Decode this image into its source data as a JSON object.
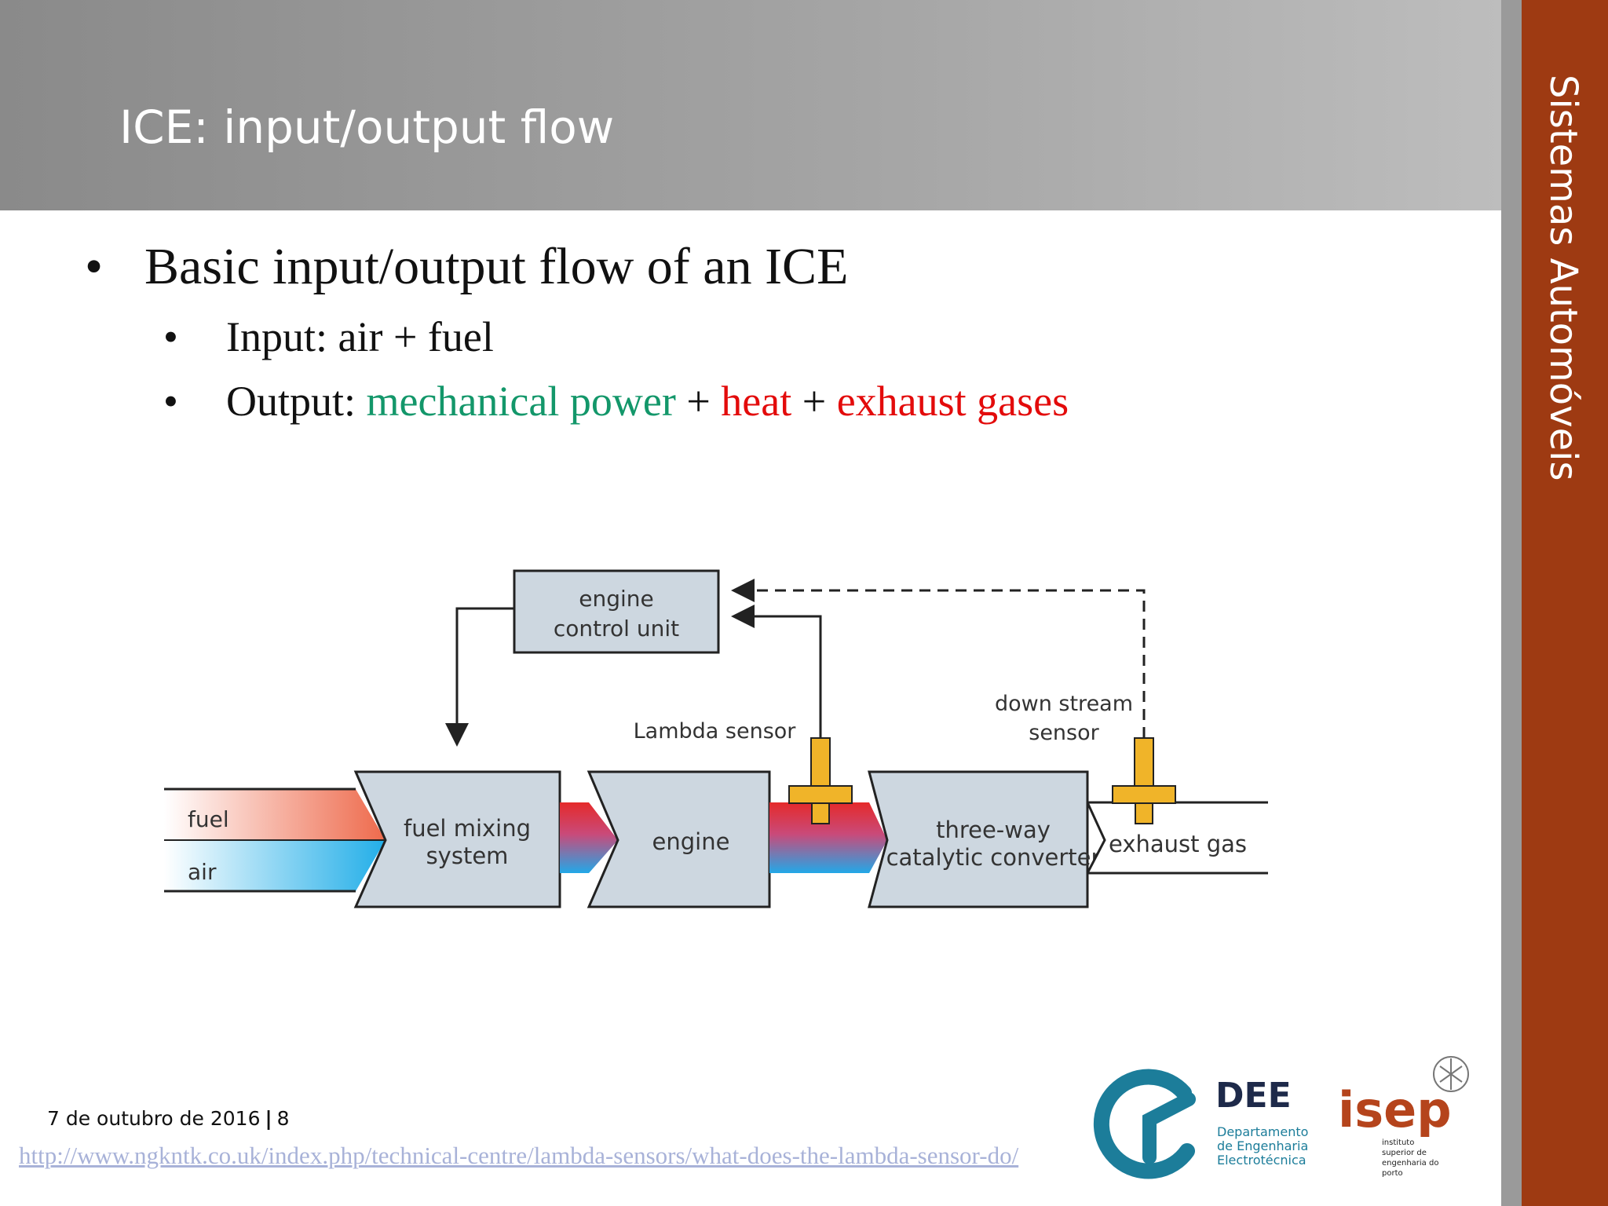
{
  "slide": {
    "title": "ICE: input/output flow",
    "sidebar_title": "Sistemas Automóveis",
    "bullet_main": "Basic input/output flow of an ICE",
    "bullet_input": "Input: air + fuel",
    "bullet_output_prefix": "Output: ",
    "bullet_output_mech": "mechanical power",
    "plus1": " + ",
    "bullet_output_heat": "heat",
    "plus2": " + ",
    "bullet_output_exhaust": "exhaust gases",
    "bullet_char": "•",
    "date": "7 de outubro de 2016",
    "separator": "|",
    "page": "8",
    "source_link": "http://www.ngkntk.co.uk/index.php/technical-centre/lambda-sensors/what-does-the-lambda-sensor-do/"
  },
  "diagram": {
    "ecu_line1": "engine",
    "ecu_line2": "control unit",
    "lambda_sensor": "Lambda sensor",
    "down_stream_line1": "down stream",
    "down_stream_line2": "sensor",
    "fuel": "fuel",
    "air": "air",
    "mixing_line1": "fuel mixing",
    "mixing_line2": "system",
    "engine": "engine",
    "converter_line1": "three-way",
    "converter_line2": "catalytic converter",
    "exhaust": "exhaust gas"
  },
  "logos": {
    "dee_name": "DEE",
    "dee_line1": "Departamento",
    "dee_line2": "de Engenharia",
    "dee_line3": "Electrotécnica",
    "isep_name": "isep",
    "isep_line1": "instituto",
    "isep_line2": "superior de",
    "isep_line3": "engenharia do",
    "isep_line4": "porto"
  },
  "colors": {
    "sidebar": "#9e3a12",
    "green": "#13976a",
    "red": "#e30b0b",
    "box": "#cdd7e0",
    "sensor": "#f0b429"
  }
}
